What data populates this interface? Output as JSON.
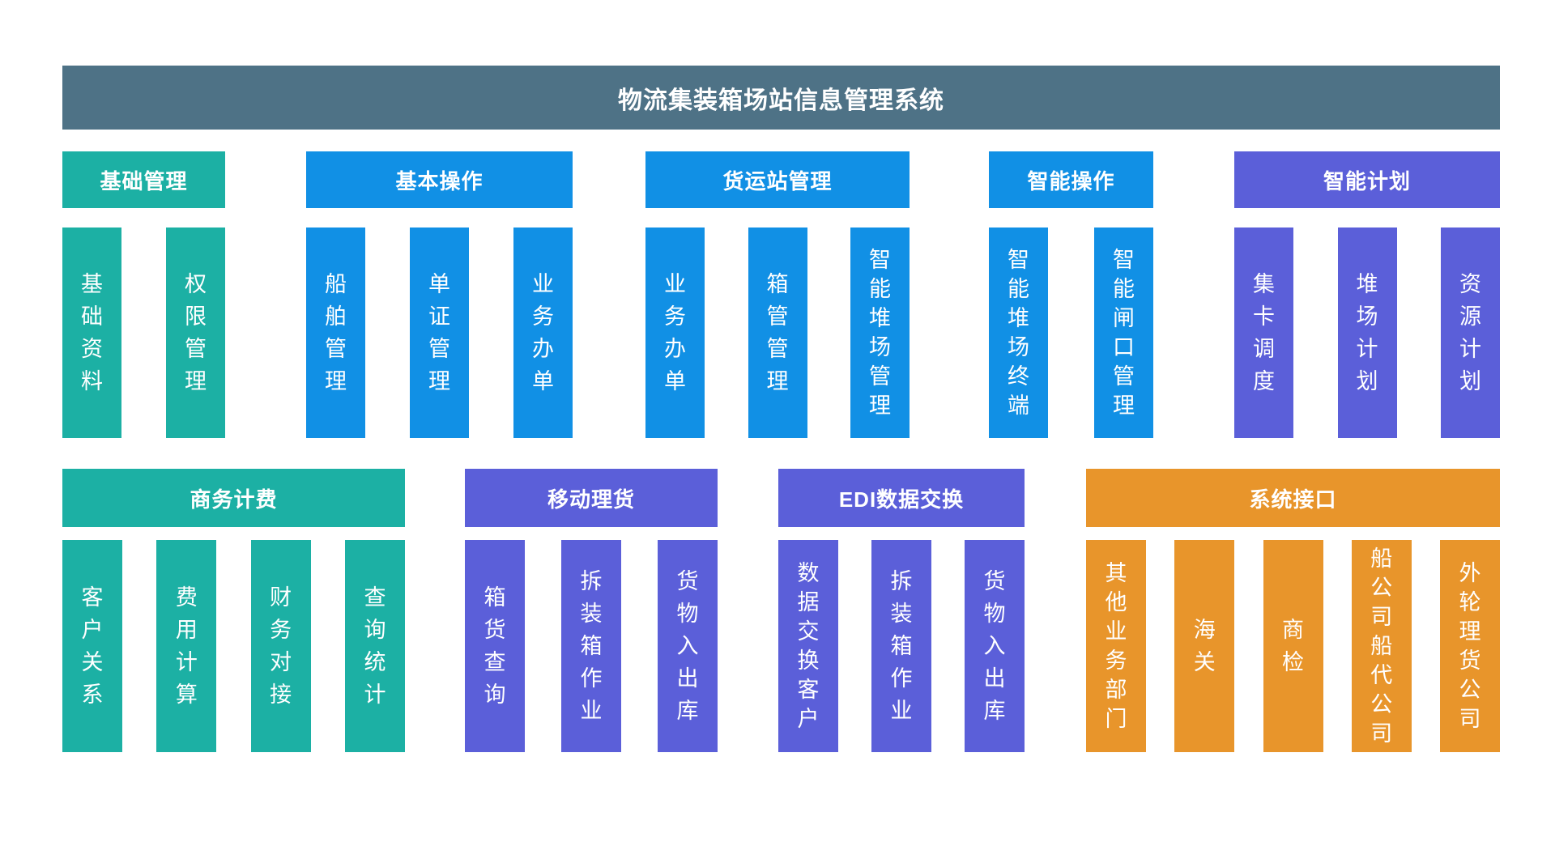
{
  "title": "物流集装箱场站信息管理系统",
  "colors": {
    "slate": "#4e7286",
    "teal": "#1cb0a4",
    "blue": "#1190e5",
    "purple": "#5b5fd9",
    "orange": "#e8952b",
    "text_on_fill": "#ffffff",
    "background": "#ffffff"
  },
  "rows": [
    {
      "groups": [
        {
          "header": "基础管理",
          "color": "teal",
          "columns": [
            "基础资料",
            "权限管理"
          ]
        },
        {
          "header": "基本操作",
          "color": "blue",
          "columns": [
            "船舶管理",
            "单证管理",
            "业务办单"
          ]
        },
        {
          "header": "货运站管理",
          "color": "blue",
          "columns": [
            "业务办单",
            "箱管管理",
            "智能堆场管理"
          ]
        },
        {
          "header": "智能操作",
          "color": "blue",
          "columns": [
            "智能堆场终端",
            "智能闸口管理"
          ]
        },
        {
          "header": "智能计划",
          "color": "purple",
          "columns": [
            "集卡调度",
            "堆场计划",
            "资源计划"
          ]
        }
      ]
    },
    {
      "groups": [
        {
          "header": "商务计费",
          "color": "teal",
          "columns": [
            "客户关系",
            "费用计算",
            "财务对接",
            "查询统计"
          ]
        },
        {
          "header": "移动理货",
          "color": "purple",
          "columns": [
            "箱货查询",
            "拆装箱作业",
            "货物入出库"
          ]
        },
        {
          "header": "EDI数据交换",
          "color": "purple",
          "columns": [
            "数据交换客户",
            "拆装箱作业",
            "货物入出库"
          ]
        },
        {
          "header": "系统接口",
          "color": "orange",
          "columns": [
            "其他业务部门",
            "海关",
            "商检",
            "船公司船代公司",
            "外轮理货公司"
          ]
        }
      ]
    }
  ]
}
